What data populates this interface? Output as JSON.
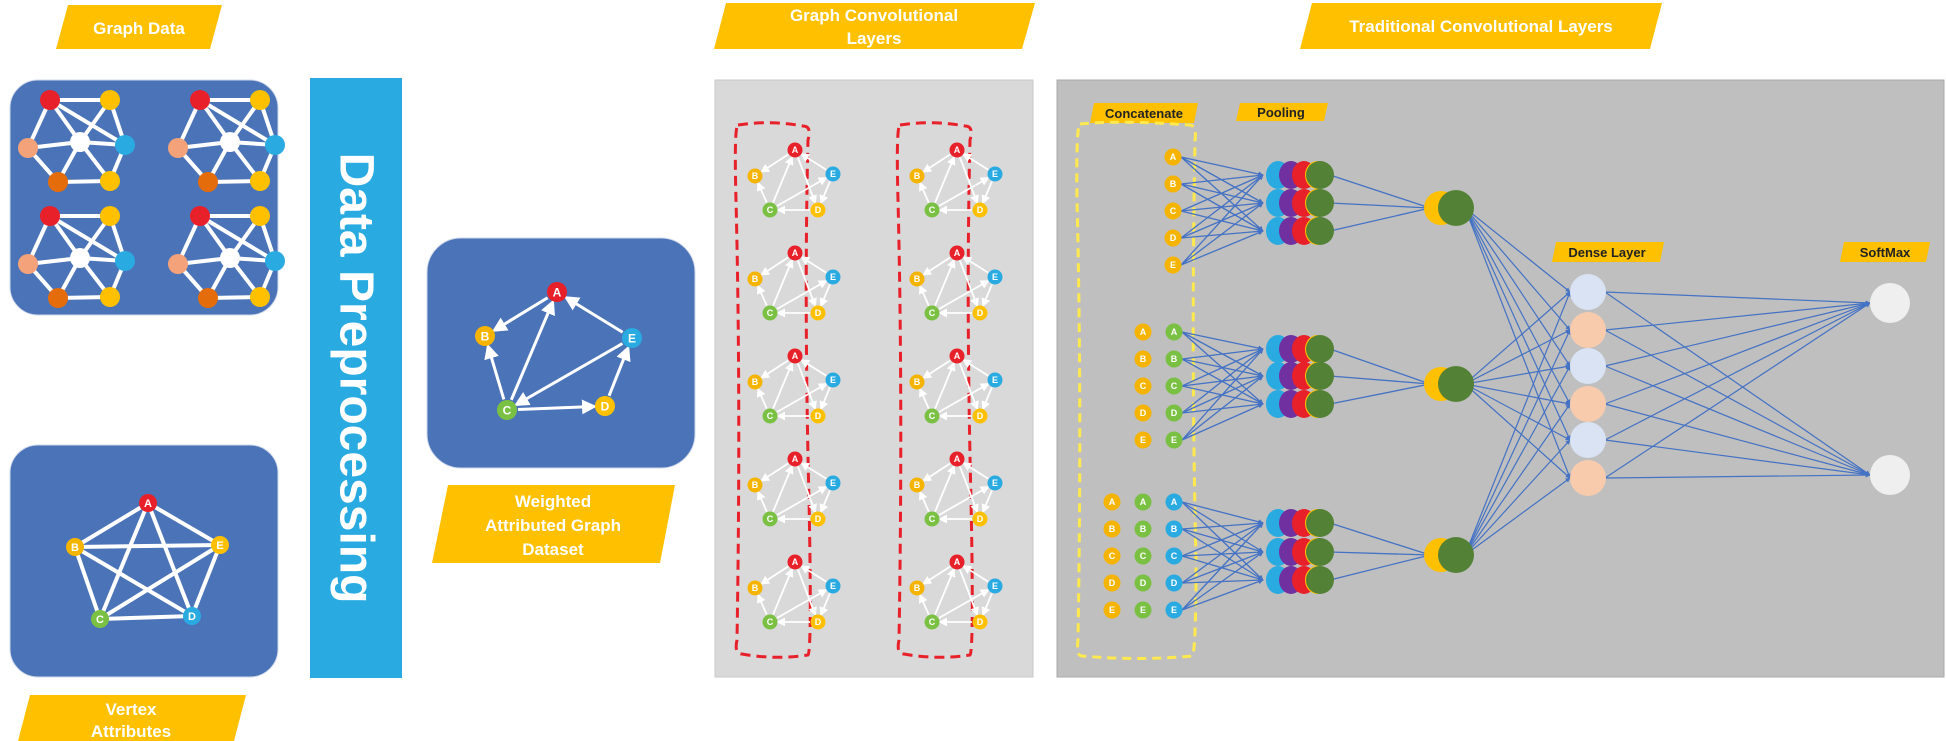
{
  "titles": {
    "graph_data": "Graph Data",
    "vertex_attributes_1": "Vertex",
    "vertex_attributes_2": "Attributes",
    "data_preprocessing": "Data Preprocessing",
    "weighted_1": "Weighted",
    "weighted_2": "Attributed Graph",
    "weighted_3": "Dataset",
    "gcl_1": "Graph Convolutional",
    "gcl_2": "Layers",
    "tcl": "Traditional Convolutional Layers",
    "concatenate": "Concatenate",
    "pooling": "Pooling",
    "dense_layer": "Dense Layer",
    "softmax": "SoftMax"
  },
  "node_labels": [
    "A",
    "B",
    "C",
    "D",
    "E"
  ],
  "colors": {
    "panel_blue": "#4a73b8",
    "preproc_blue": "#29abe2",
    "banner_yellow": "#ffc000",
    "gray_light": "#d9d9d9",
    "gray_dark": "#bfbfbf",
    "node_red": "#e8202a",
    "node_orange": "#f5b400",
    "node_green": "#7ac143",
    "node_yellow": "#ffc000",
    "node_blue": "#29abe2",
    "node_peach": "#f4a27a",
    "node_darkorange": "#e46c0a",
    "node_white": "#ffffff",
    "arrow_blue": "#4472c4",
    "dash_red": "#e8202a",
    "dash_yellow": "#ffe94d",
    "dense_lightblue": "#dae3f3",
    "dense_peach": "#f8cbad",
    "softmax_white": "#efefef",
    "pool_green": "#538135"
  }
}
